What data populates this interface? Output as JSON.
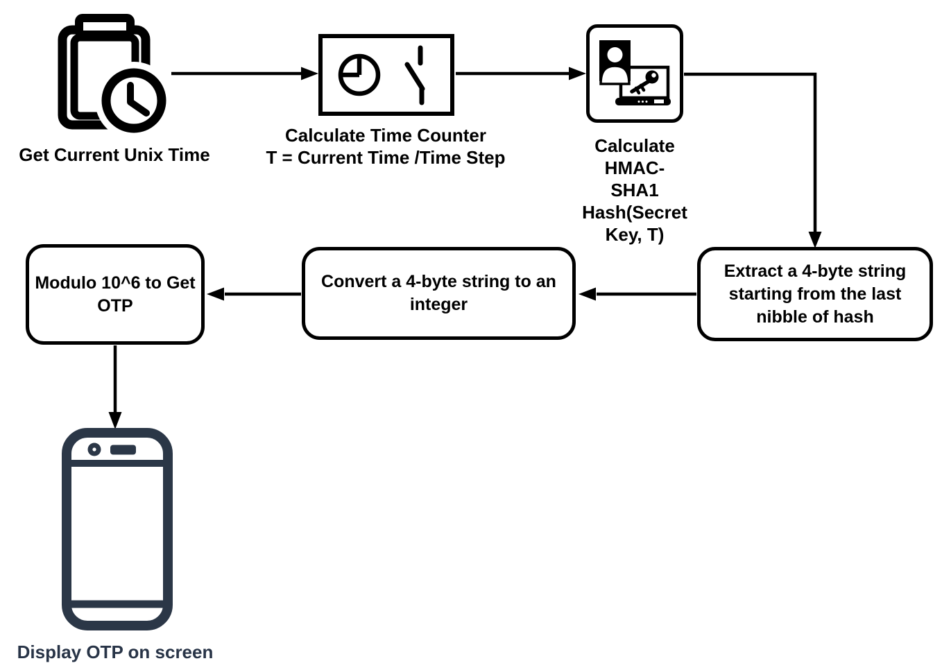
{
  "colors": {
    "diagram_stroke": "#000000",
    "phone_accent": "#2b3747",
    "phone_label_text": "#283447",
    "background": "#ffffff"
  },
  "nodes": {
    "unix_time": {
      "icon": "clipboard-clock-icon",
      "label": "Get Current Unix Time"
    },
    "time_counter": {
      "icons": [
        "pie-chart-icon",
        "switch-icon"
      ],
      "lines": [
        "Calculate Time Counter",
        "T = Current Time /Time Step"
      ]
    },
    "hmac": {
      "icon": "user-laptop-key-icon",
      "lines": [
        "Calculate",
        "HMAC-",
        "SHA1",
        "Hash(Secret",
        "Key, T)"
      ]
    },
    "extract": {
      "lines": [
        "Extract a 4-byte string",
        "starting from the last",
        "nibble of hash"
      ]
    },
    "convert": {
      "lines": [
        "Convert a 4-byte string to an",
        "integer"
      ]
    },
    "modulo": {
      "lines": [
        "Modulo 10^6 to Get",
        "OTP"
      ]
    },
    "display": {
      "icon": "smartphone-icon",
      "label": "Display OTP on screen"
    }
  }
}
